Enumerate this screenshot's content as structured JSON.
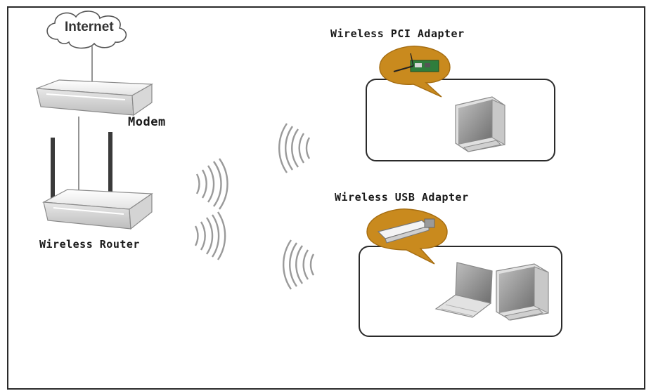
{
  "diagram": {
    "internet_label": "Internet",
    "modem_label": "Modem",
    "router_label": "Wireless Router",
    "pci_adapter_label": "Wireless PCI Adapter",
    "usb_adapter_label": "Wireless USB Adapter"
  },
  "colors": {
    "border": "#2a2a2a",
    "bubble": "#c98a1e",
    "device": "#f2f2f2",
    "wave": "#9a9a9a"
  }
}
